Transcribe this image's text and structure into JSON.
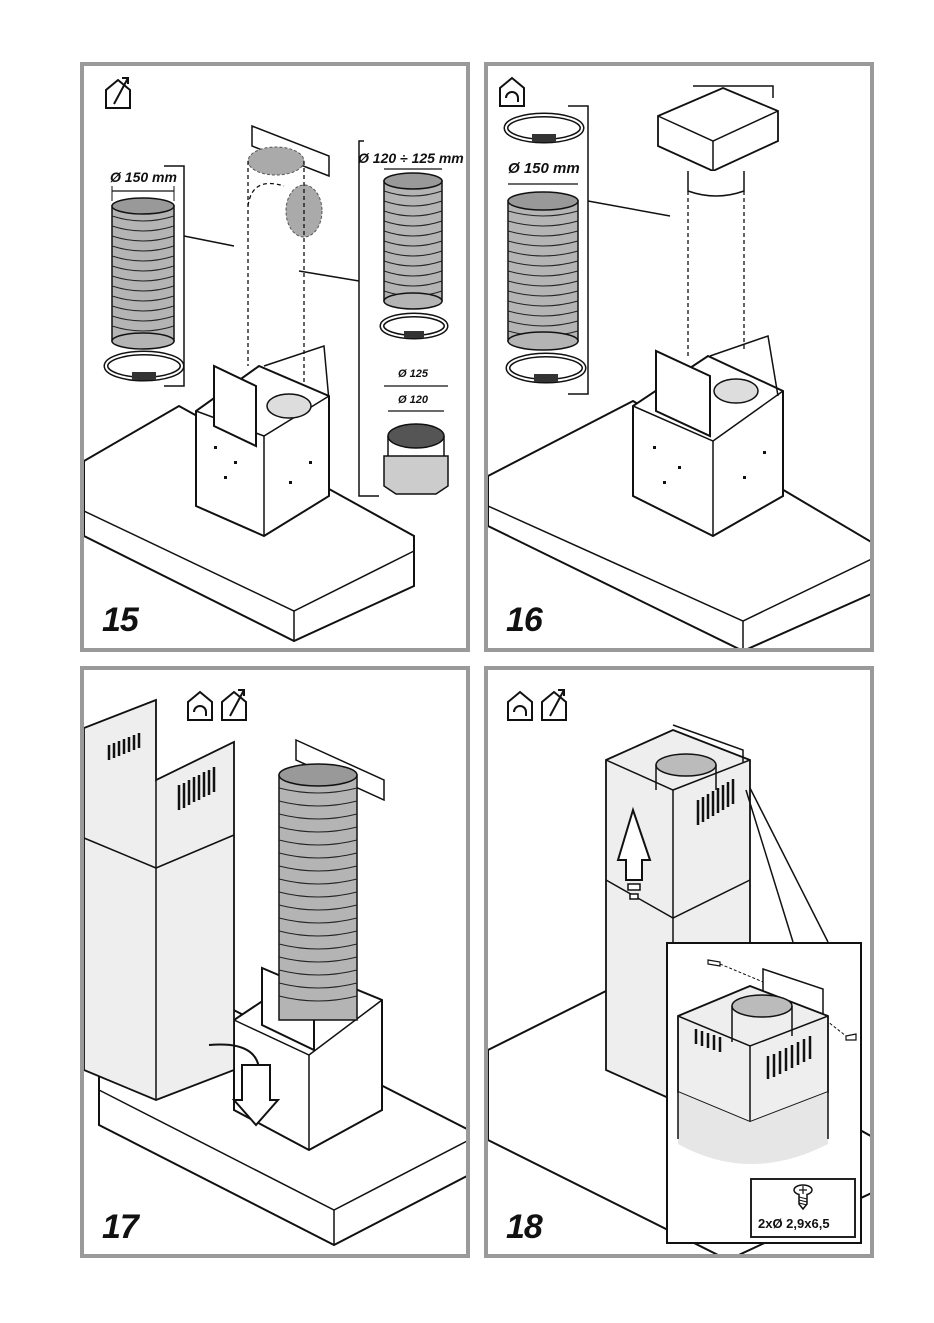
{
  "panels": {
    "p15": {
      "step": "15",
      "mode_icon": "outlet-icon",
      "dims": {
        "hose_diameter": "Ø 150 mm",
        "hose_diameter_alt": "Ø 120 ÷ 125 mm",
        "adapter_outer": "Ø 125",
        "adapter_inner": "Ø 120"
      }
    },
    "p16": {
      "step": "16",
      "mode_icon": "recirculation-icon",
      "dims": {
        "hose_diameter": "Ø 150 mm"
      }
    },
    "p17": {
      "step": "17",
      "mode_icons": [
        "recirculation-icon",
        "outlet-icon"
      ]
    },
    "p18": {
      "step": "18",
      "mode_icons": [
        "recirculation-icon",
        "outlet-icon"
      ],
      "screw_spec": "2xØ 2,9x6,5"
    }
  },
  "colors": {
    "frame": "#9a9a9a",
    "hose_fill": "#b4b4b4",
    "ink": "#111111"
  }
}
